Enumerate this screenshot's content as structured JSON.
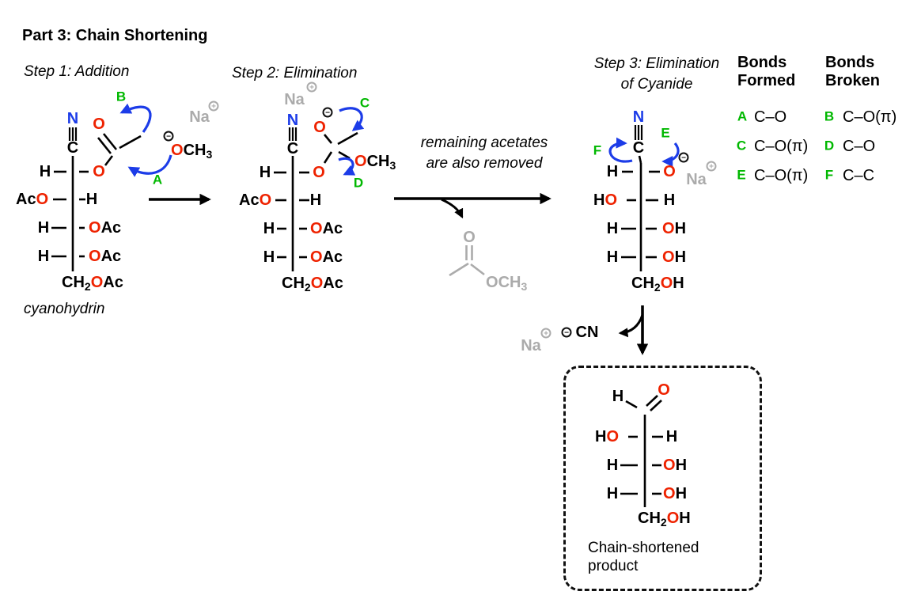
{
  "title": "Part 3: Chain Shortening",
  "colors": {
    "red": "#ee2200",
    "blue": "#1c3ce8",
    "green": "#00b800",
    "gray": "#ababab",
    "black": "#000000"
  },
  "tok": {
    "H": "H",
    "O": "O",
    "C": "C",
    "N": "N",
    "Na": "Na",
    "Ac": "Ac",
    "CH": "CH",
    "sub2": "2",
    "sub3": "3",
    "CN": "CN",
    "plus": "+",
    "minus": "−"
  },
  "step1": {
    "label": "Step 1: Addition",
    "caption": "cyanohydrin",
    "arrowA": "A",
    "arrowB": "B"
  },
  "step2": {
    "label": "Step 2: Elimination",
    "arrowC": "C",
    "arrowD": "D"
  },
  "note": {
    "line1": "remaining acetates",
    "line2": "are also removed"
  },
  "step3": {
    "label1": "Step 3: Elimination",
    "label2": "of Cyanide",
    "arrowE": "E",
    "arrowF": "F"
  },
  "legend": {
    "formed1": "Bonds",
    "formed2": "Formed",
    "broken1": "Bonds",
    "broken2": "Broken",
    "rows": [
      {
        "k": "A",
        "bond": "C–O"
      },
      {
        "k": "B",
        "bond": "C–O(π)"
      },
      {
        "k": "C",
        "bond": "C–O(π)"
      },
      {
        "k": "D",
        "bond": "C–O"
      },
      {
        "k": "E",
        "bond": "C–O(π)"
      },
      {
        "k": "F",
        "bond": "C–C"
      }
    ]
  },
  "product": {
    "caption1": "Chain-shortened",
    "caption2": "product"
  }
}
